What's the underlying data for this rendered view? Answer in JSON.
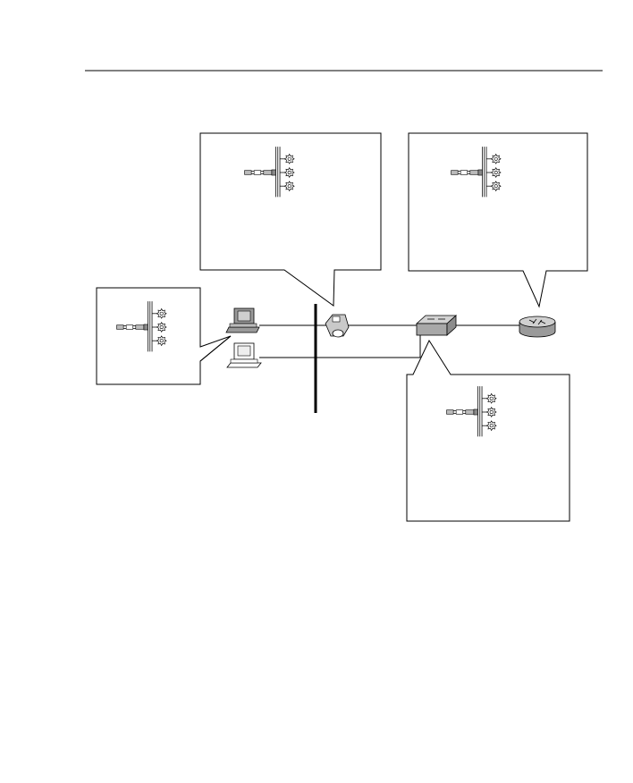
{
  "diagram": {
    "callouts": [
      {
        "id": "phone-callout",
        "text": "",
        "points_to": "ip-phone"
      },
      {
        "id": "router-callout",
        "text": "",
        "points_to": "router"
      },
      {
        "id": "pc-callout",
        "text": "",
        "points_to": "pc"
      },
      {
        "id": "switch-callout",
        "text": "",
        "points_to": "switch"
      }
    ],
    "devices": [
      "pc",
      "workstation",
      "ip-phone",
      "switch",
      "router"
    ],
    "links": [
      {
        "from": "pc",
        "to": "ip-phone"
      },
      {
        "from": "ip-phone",
        "to": "switch"
      },
      {
        "from": "workstation",
        "to": "switch"
      },
      {
        "from": "switch",
        "to": "router"
      }
    ],
    "icons": [
      "keyboard-icon",
      "cable-chain-icon",
      "gear-icon"
    ]
  }
}
